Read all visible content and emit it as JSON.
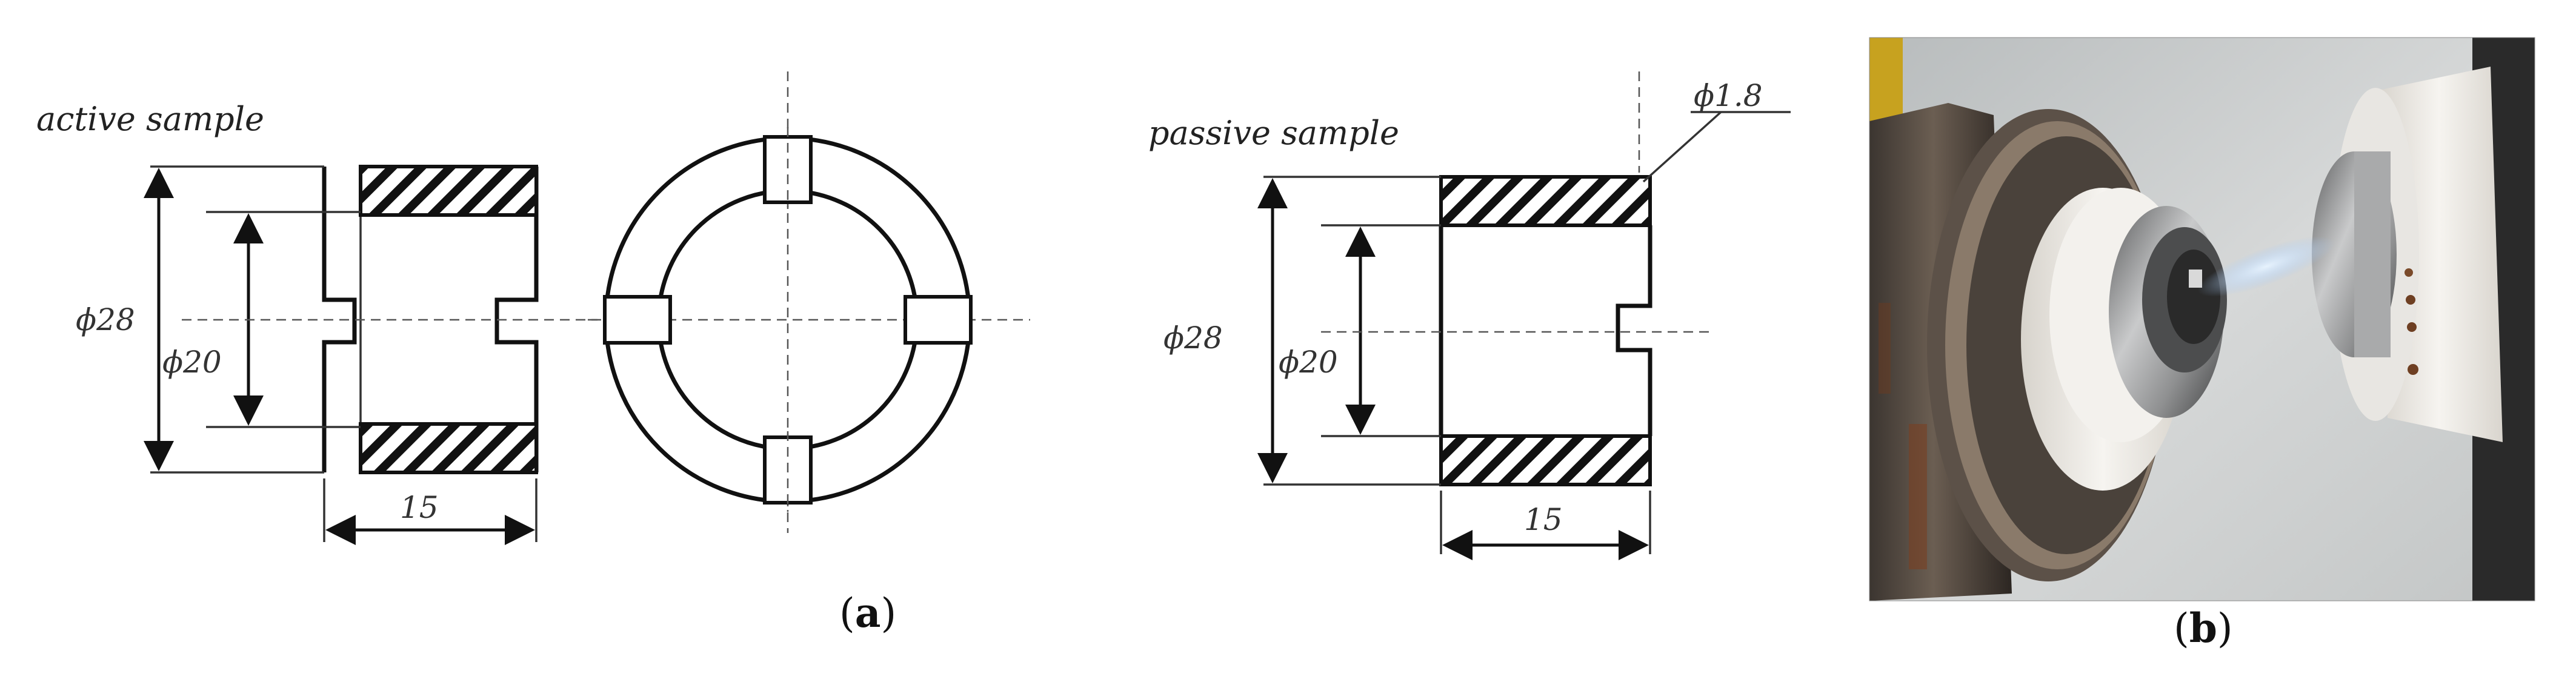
{
  "panel_a": {
    "active_label": "active sample",
    "passive_label": "passive sample",
    "active_dims": {
      "outer": "ϕ28",
      "inner": "ϕ20",
      "length": "15"
    },
    "passive_dims": {
      "outer": "ϕ28",
      "inner": "ϕ20",
      "length": "15",
      "hole": "ϕ1.8"
    },
    "caption_open": "(",
    "caption_letter": "a",
    "caption_close": ")"
  },
  "panel_b": {
    "caption_open": "(",
    "caption_letter": "b",
    "caption_close": ")"
  }
}
